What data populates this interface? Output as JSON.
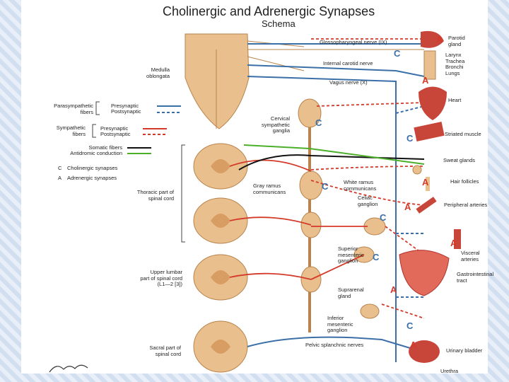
{
  "title": "Cholinergic and Adrenergic Synapses",
  "subtitle": "Schema",
  "colors": {
    "pre_para": "#3b6fa8",
    "post_para": "#3b6fa8",
    "pre_symp": "#d43a2a",
    "post_symp": "#d43a2a",
    "somatic": "#111111",
    "antidromic": "#4caf2a",
    "tissue": "#e9c08d",
    "tissue_dark": "#b8834c",
    "organ": "#c8453a"
  },
  "legend": {
    "parasympathetic": "Parasympathetic\nfibers",
    "sympathetic": "Sympathetic\nfibers",
    "presynaptic": "Presynaptic",
    "postsynaptic": "Postsynaptic",
    "somatic": "Somatic fibers",
    "antidromic": "Antidromic conduction",
    "c_label": "C",
    "c_text": "Cholinergic synapses",
    "a_label": "A",
    "a_text": "Adrenergic synapses"
  },
  "left_labels": {
    "medulla": "Medulla\noblongata",
    "thoracic": "Thoracic part of\nspinal cord",
    "lumbar": "Upper lumbar\npart of spinal cord\n(L1—2 [3])",
    "sacral": "Sacral part of\nspinal cord"
  },
  "center_labels": {
    "glossopharyngeal": "Glossopharyngeal nerve (IX)",
    "carotid": "Internal carotid nerve",
    "vagus": "Vagus nerve (X)",
    "cervical": "Cervical\nsympathetic\nganglia",
    "gray_ramus": "Gray ramus\ncommunicans",
    "white_ramus": "White ramus\ncommunicans",
    "celiac": "Celiac\nganglion",
    "sup_mes": "Superior\nmesenteric\nganglion",
    "suprarenal": "Suprarenal\ngland",
    "inf_mes": "Inferior\nmesenteric\nganglion",
    "pelvic": "Pelvic splanchnic nerves"
  },
  "organ_labels": {
    "parotid": "Parotid\ngland",
    "larynx": "Larynx\nTrachea\nBronchi\nLungs",
    "heart": "Heart",
    "striated": "Striated muscle",
    "sweat": "Sweat glands",
    "hair": "Hair follicles",
    "peripheral": "Peripheral arteries",
    "visceral": "Visceral\narteries",
    "gi": "Gastrointestinal\ntract",
    "bladder": "Urinary bladder",
    "urethra": "Urethra"
  },
  "signature": "F. Netter"
}
